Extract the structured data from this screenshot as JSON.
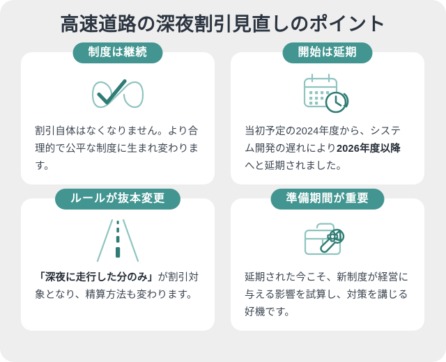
{
  "page": {
    "title": "高速道路の深夜割引見直しのポイント",
    "accent_color": "#429590",
    "icon_light_color": "#8fc4bf",
    "icon_dark_color": "#2f7c74",
    "background_color": "#eeeeee",
    "card_color": "#ffffff",
    "title_color": "#2b3440",
    "body_color": "#3b4450"
  },
  "cards": [
    {
      "badge": "制度は継続",
      "icon_name": "infinity-check-icon",
      "body_parts": [
        {
          "text": "割引自体はなくなりません。より合理的で公平な制度に生まれ変わります。",
          "bold": false
        }
      ],
      "body_plain": "割引自体はなくなりません。より合理的で公平な制度に生まれ変わります。"
    },
    {
      "badge": "開始は延期",
      "icon_name": "calendar-clock-icon",
      "body_parts": [
        {
          "text": "当初予定の2024年度から、システム開発の遅れにより",
          "bold": false
        },
        {
          "text": "2026年度以降",
          "bold": true
        },
        {
          "text": "へと延期されました。",
          "bold": false
        }
      ],
      "body_plain": "当初予定の2024年度から、システム開発の遅れにより2026年度以降へと延期されました。"
    },
    {
      "badge": "ルールが抜本変更",
      "icon_name": "road-perspective-icon",
      "body_parts": [
        {
          "text": "「深夜に走行した分のみ」",
          "bold": true
        },
        {
          "text": "が割引対象となり、精算方法も変わります。",
          "bold": false
        }
      ],
      "body_plain": "「深夜に走行した分のみ」が割引対象となり、精算方法も変わります。"
    },
    {
      "badge": "準備期間が重要",
      "icon_name": "toolbox-wrench-gear-icon",
      "body_parts": [
        {
          "text": "延期された今こそ、新制度が経営に与える影響を試算し、対策を講じる好機です。",
          "bold": false
        }
      ],
      "body_plain": "延期された今こそ、新制度が経営に与える影響を試算し、対策を講じる好機です。"
    }
  ]
}
